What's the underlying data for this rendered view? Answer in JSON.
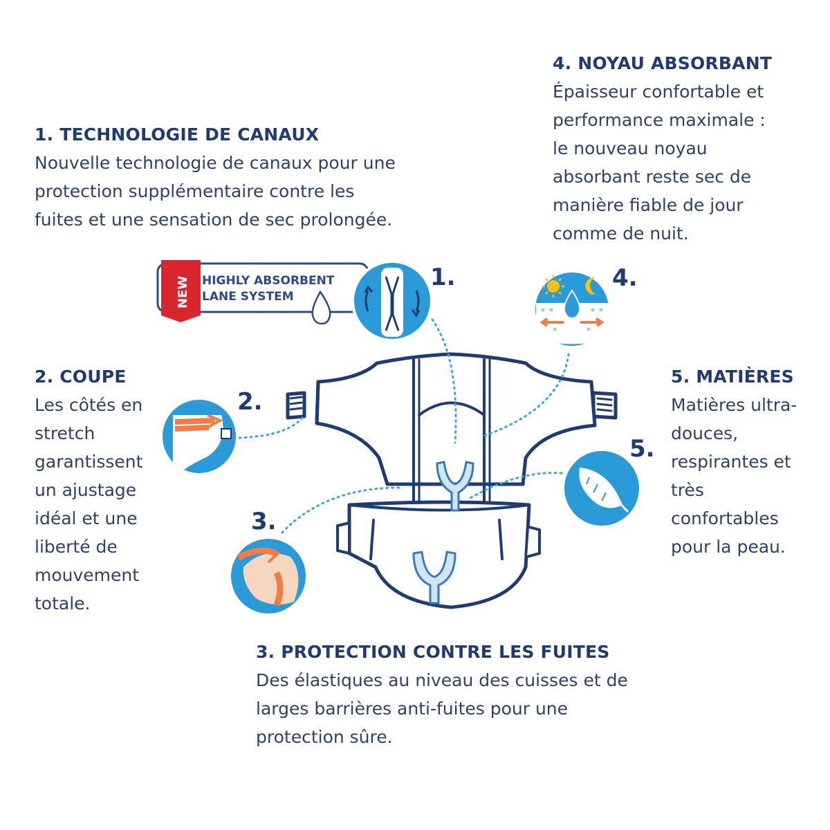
{
  "features": {
    "f1": {
      "heading": "1. TECHNOLOGIE DE CANAUX",
      "lines": [
        "Nouvelle technologie de canaux pour une",
        "protection supplémentaire contre les",
        "fuites et une sensation de sec prolongée."
      ]
    },
    "f2": {
      "heading": "2. COUPE",
      "lines": [
        "Les côtés en",
        "stretch",
        "garantissent",
        "un ajustage",
        "idéal et une",
        "liberté de",
        "mouvement",
        "totale."
      ]
    },
    "f3": {
      "heading": "3. PROTECTION CONTRE LES FUITES",
      "lines": [
        "Des élastiques au niveau des cuisses et de",
        "larges barrières anti-fuites pour une",
        "protection sûre."
      ]
    },
    "f4": {
      "heading": "4. NOYAU ABSORBANT",
      "lines": [
        "Épaisseur confortable et",
        "performance maximale :",
        "le nouveau noyau",
        "absorbant reste sec de",
        "manière fiable de jour",
        "comme de nuit."
      ]
    },
    "f5": {
      "heading": "5. MATIÈRES",
      "lines": [
        "Matières ultra-",
        "douces,",
        "respirantes et",
        "très",
        "confortables",
        "pour la peau."
      ]
    }
  },
  "markers": {
    "m1": "1.",
    "m2": "2.",
    "m3": "3.",
    "m4": "4.",
    "m5": "5."
  },
  "badge": {
    "new": "NEW",
    "line1": "HIGHLY ABSORBENT",
    "line2": "LANE SYSTEM"
  },
  "colors": {
    "navy": "#1f3c72",
    "text": "#2e4167",
    "circle_blue": "#2a9ad8",
    "light_blue": "#cfe6f6",
    "orange": "#ef7d45",
    "badge_red": "#d9262e",
    "dotted": "#3aa7d6"
  },
  "icons": {
    "c1": "lane-system-icon",
    "c2": "stretch-side-icon",
    "c3": "leg-cuff-icon",
    "c4": "day-night-absorb-icon",
    "c5": "feather-icon"
  }
}
